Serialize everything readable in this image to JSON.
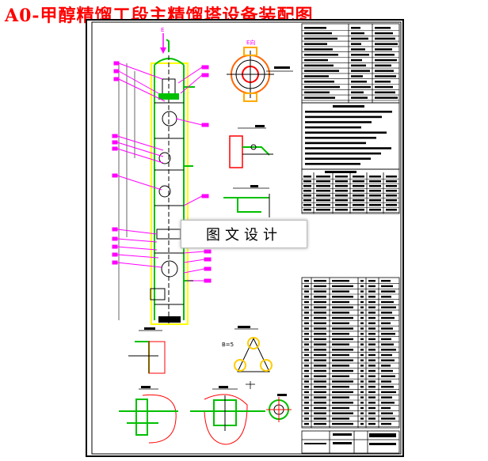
{
  "title": "A0-甲醇精馏工段主精馏塔设备装配图",
  "watermark_text": "图文设计",
  "view_labels": {
    "top_arrow": "E",
    "top_view": "E向",
    "gap_label": "B=5"
  },
  "colors": {
    "title": "#ff0000",
    "leader_lines": "#ff00ff",
    "column_shell": "#00cc00",
    "hidden_lines": "#ffff00",
    "dimension_lines": "#ff0000",
    "outline": "#000000"
  }
}
